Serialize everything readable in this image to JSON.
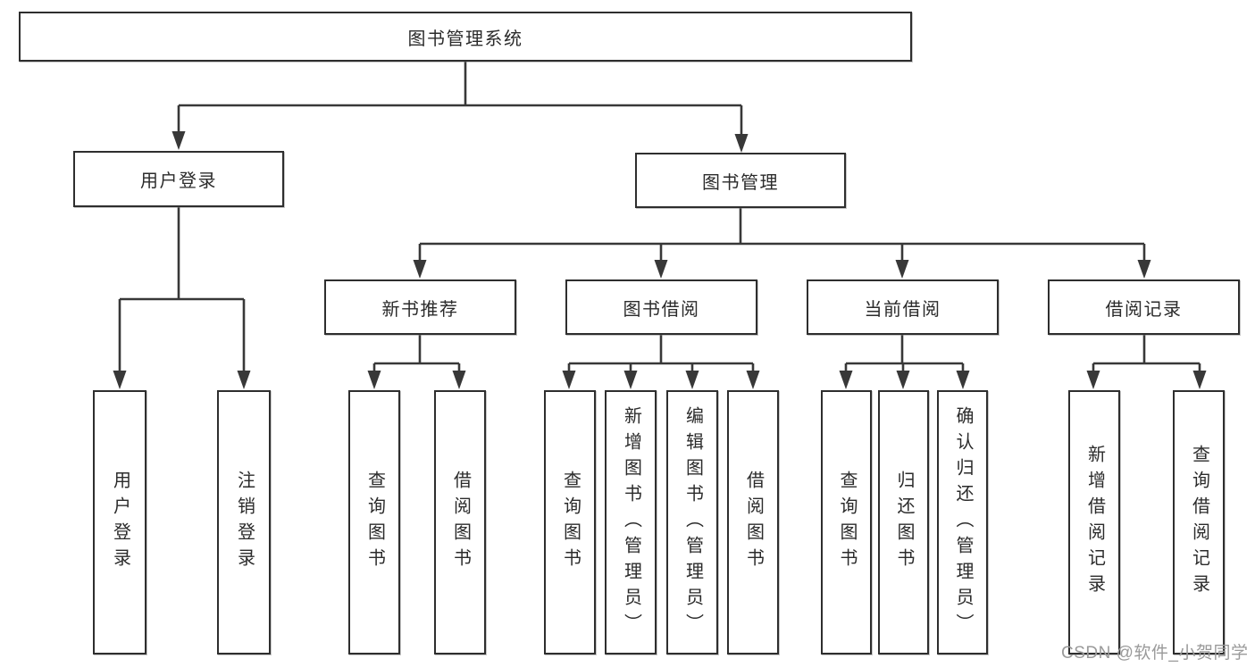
{
  "nodes": {
    "root": "图书管理系统",
    "user_login": "用户登录",
    "book_management": "图书管理",
    "new_book_recommend": "新书推荐",
    "book_borrow": "图书借阅",
    "current_borrow": "当前借阅",
    "borrow_record": "借阅记录",
    "user_login_leaf": "用户登录",
    "logout_leaf": "注销登录",
    "query_books_1": "查询图书",
    "borrow_books_1": "借阅图书",
    "query_books_2": "查询图书",
    "add_books_admin": "新增图书（管理员）",
    "edit_books_admin": "编辑图书（管理员）",
    "borrow_books_2": "借阅图书",
    "query_books_3": "查询图书",
    "return_books": "归还图书",
    "confirm_return_admin": "确认归还（管理员）",
    "add_borrow_record": "新增借阅记录",
    "query_borrow_record": "查询借阅记录"
  },
  "watermark": "CSDN @软件_小贺同学",
  "colors": {
    "line": "#383838",
    "box_border": "#2e2e2e",
    "box_fill": "#ffffff",
    "text": "#2b2b2b",
    "watermark": "#9a9a9a",
    "background": "#ffffff"
  }
}
